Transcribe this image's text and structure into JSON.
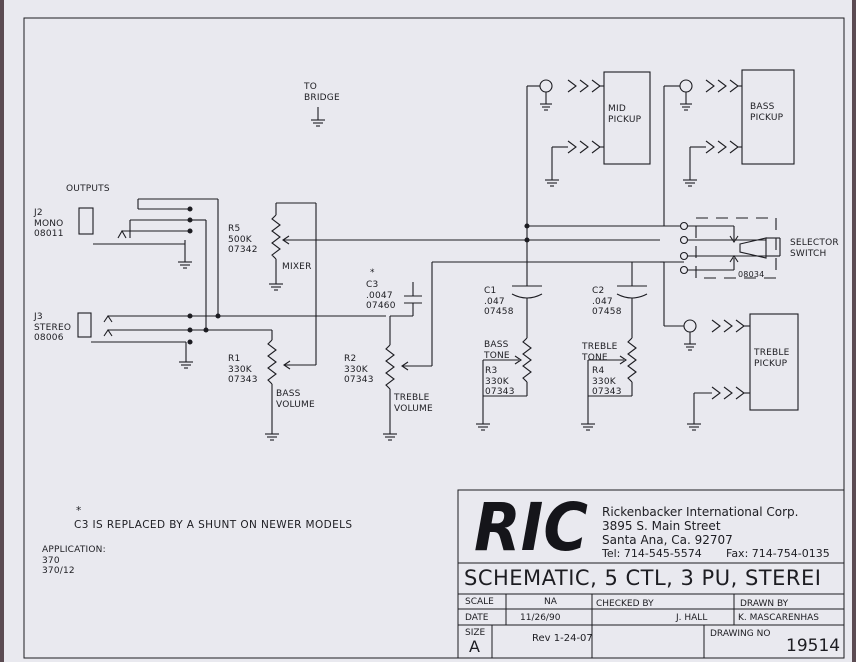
{
  "labels": {
    "to_bridge": "TO\nBRIDGE",
    "outputs": "OUTPUTS",
    "j2": "J2\nMONO\n08011",
    "j3": "J3\nSTEREO\n08006",
    "r5": "R5\n500K\n07342",
    "mixer": "MIXER",
    "c3_mark": "*",
    "c3": "C3\n.0047\n07460",
    "c1": "C1\n.047\n07458",
    "c2": "C2\n.047\n07458",
    "r1": "R1\n330K\n07343",
    "bass_volume": "BASS\nVOLUME",
    "r2": "R2\n330K\n07343",
    "treble_volume": "TREBLE\nVOLUME",
    "bass_tone": "BASS\nTONE",
    "r3": "R3\n330K\n07343",
    "treble_tone": "TREBLE\nTONE",
    "r4": "R4\n330K\n07343",
    "mid_pickup": "MID\nPICKUP",
    "bass_pickup": "BASS\nPICKUP",
    "treble_pickup": "TREBLE\nPICKUP",
    "selector_switch": "SELECTOR\nSWITCH",
    "switch_part": "08034",
    "note_mark": "*",
    "note": "C3 IS REPLACED BY A SHUNT ON NEWER MODELS",
    "application": "APPLICATION:\n370\n370/12"
  },
  "title_block": {
    "logo_text": "RIC",
    "company": "Rickenbacker International Corp.",
    "street": "3895 S. Main Street",
    "city": "Santa Ana, Ca. 92707",
    "tel": "Tel: 714-545-5574",
    "fax": "Fax: 714-754-0135",
    "title": "SCHEMATIC, 5 CTL, 3 PU, STEREI",
    "scale_label": "SCALE",
    "scale_value": "NA",
    "date_label": "DATE",
    "date_value": "11/26/90",
    "checked_label": "CHECKED BY",
    "checked_value": "J. HALL",
    "drawn_label": "DRAWN BY",
    "drawn_value": "K. MASCARENHAS",
    "size_label": "SIZE",
    "size_value": "A",
    "rev": "Rev 1-24-07",
    "drawing_no_label": "DRAWING NO",
    "drawing_no_value": "19514"
  },
  "colors": {
    "paper": "#e9e9ef",
    "ink": "#1d1d22",
    "background": "#5b4b52"
  }
}
